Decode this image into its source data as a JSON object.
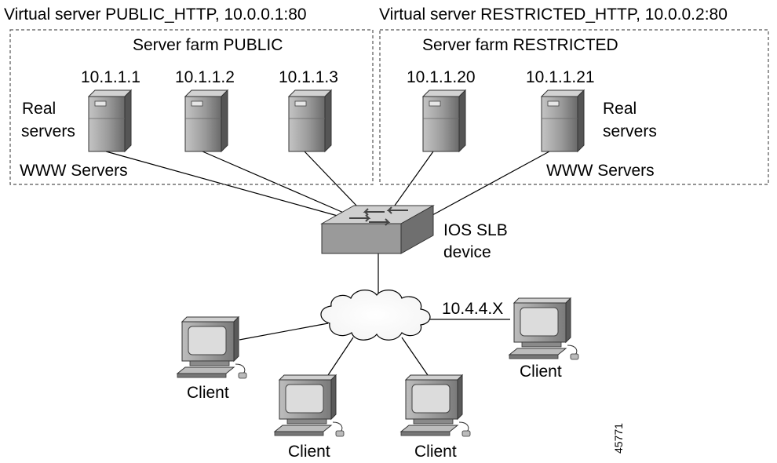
{
  "virtual_servers": [
    {
      "label": "Virtual server PUBLIC_HTTP, 10.0.0.1:80"
    },
    {
      "label": "Virtual server RESTRICTED_HTTP, 10.0.0.2:80"
    }
  ],
  "server_farms": {
    "public": {
      "title": "Server farm PUBLIC",
      "servers": [
        "10.1.1.1",
        "10.1.1.2",
        "10.1.1.3"
      ],
      "real_servers_label": [
        "Real",
        "servers"
      ],
      "www_label": "WWW Servers"
    },
    "restricted": {
      "title": "Server farm RESTRICTED",
      "servers": [
        "10.1.1.20",
        "10.1.1.21"
      ],
      "real_servers_label": [
        "Real",
        "servers"
      ],
      "www_label": "WWW Servers"
    }
  },
  "slb_device": {
    "label": [
      "IOS SLB",
      "device"
    ]
  },
  "network": {
    "subnet_label": "10.4.4.X"
  },
  "clients": [
    "Client",
    "Client",
    "Client",
    "Client"
  ],
  "figure_id": "45771",
  "colors": {
    "server_light": "#a8a8a8",
    "server_dark": "#5e5e5e",
    "screen": "#d8d8d8",
    "dashed_border": "#555555"
  }
}
